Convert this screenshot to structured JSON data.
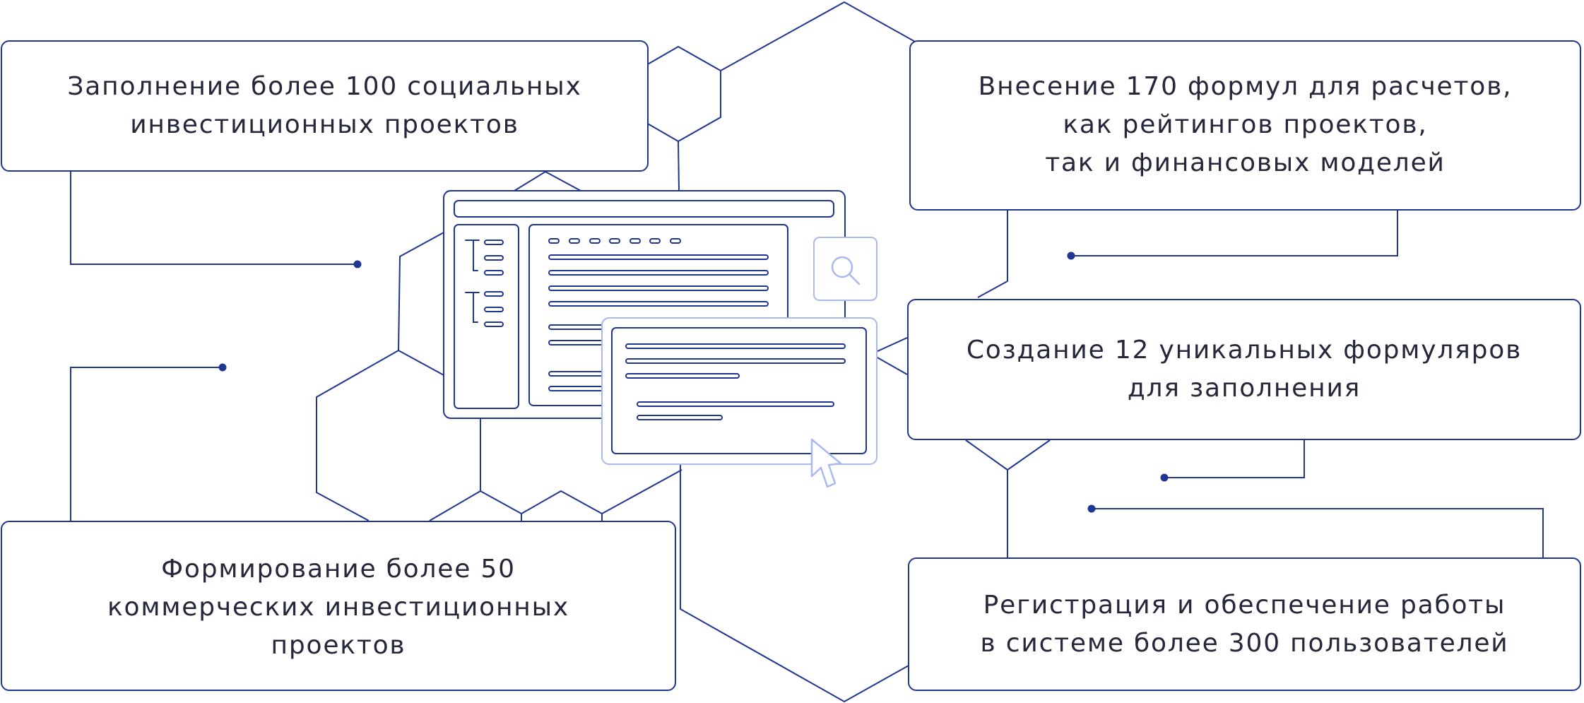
{
  "colors": {
    "line": "#1f3591",
    "accent_light": "#a9b8ee",
    "text": "#25273a",
    "background": "#ffffff"
  },
  "cards": [
    {
      "id": "social-projects",
      "text": "Заполнение более 100 социальных\nинвестиционных проектов"
    },
    {
      "id": "formulas",
      "text": "Внесение 170 формул для расчетов,\nкак рейтингов проектов,\nтак и финансовых моделей"
    },
    {
      "id": "forms",
      "text": "Создание 12 уникальных формуляров\nдля заполнения"
    },
    {
      "id": "commercial-projects",
      "text": "Формирование более 50\nкоммерческих инвестиционных\nпроектов"
    },
    {
      "id": "users",
      "text": "Регистрация и обеспечение работы\nв системе более 300 пользователей"
    }
  ],
  "icons": {
    "search": "search-icon",
    "cursor": "cursor-icon",
    "window": "app-window-icon"
  }
}
